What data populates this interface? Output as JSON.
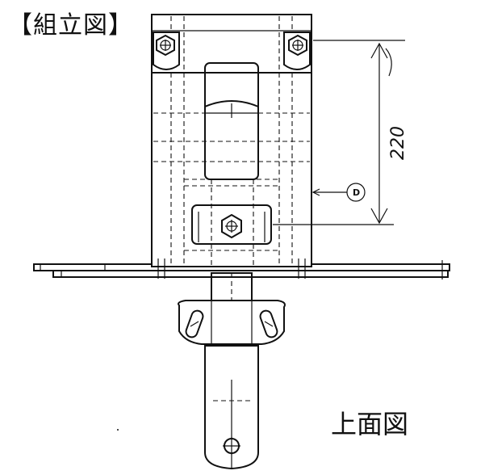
{
  "labels": {
    "title": "【組立図】",
    "view_name": "上面図",
    "dimension_value": "220",
    "callout_letter": "D"
  }
}
